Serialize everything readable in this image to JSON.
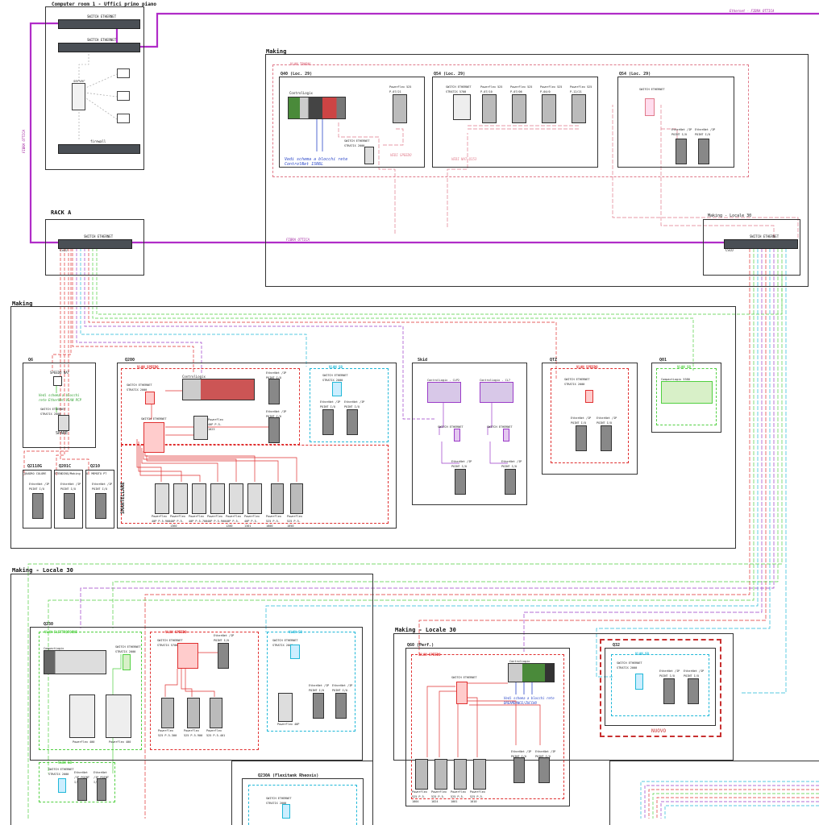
{
  "areas": {
    "computer_room": "Computer room 1 - Uffici primo piano",
    "making_top": "Making",
    "rack_a": "RACK A",
    "making_mid": "Making",
    "making_l30_left": "Making - Locale 30",
    "making_l30_right": "Making - Locale 30",
    "making_l30_rack": "Making - Locale 30"
  },
  "fiber_labels": {
    "top": "Ethernet - FIBRA OTTICA",
    "vertical": "FIBRA OTTICA",
    "rack": "FIBRA OTTICA"
  },
  "computer_room": {
    "switch1": "SWITCH ETHERNET",
    "switch2": "SWITCH ETHERNET",
    "server": "server",
    "firewall": "firewall"
  },
  "rack": {
    "switch_a": "SWITCH ETHERNET",
    "switch_a_id": "CSCO",
    "switch_b": "SWITCH ETHERNET",
    "switch_b_id": "CSCO"
  },
  "top_section": {
    "vlan": "VLAN TRABAL",
    "q40": "Q40 (Loc. 29)",
    "q54": "Q54 (Loc. 29)",
    "q54b": "Q54 (Loc. 29)",
    "controllogix": "ControlLogix",
    "controlnet_note": "Vedi schema a blocchi rete ControlNet 1SR6L",
    "switch_stratix": "SWITCH ETHERNET STRATIX 5700",
    "switch_stratix_2000": "SWITCH ETHERNET STRATIX 2000",
    "switch_q54b": "SWITCH ETHERNET",
    "pf_q40": "PowerFlex 525 P-07/21",
    "pf_list": [
      "PowerFlex 525 P-07/10",
      "PowerFlex 525 P-07/06",
      "PowerFlex 525 P-04/0",
      "PowerFlex 525 P-12/21"
    ],
    "point_io": [
      "EtherNet /IP POINT I/O",
      "EtherNet /IP POINT I/O"
    ],
    "red_notes": [
      "VEDI SPEEDO",
      "VEDI NAT Q153"
    ]
  },
  "mid_section": {
    "q6": "Q6",
    "q6_speedo": "SPEEDO NAT",
    "q6_note": "Vedi schema a blocchi rete EtherNet VLAN PCP",
    "q6_switch": "SWITCH ETHERNET STRATIX 2000",
    "q6_spare": "SPARE",
    "q200": "Q200",
    "q200_vlan_red": "VLAN SPEEDO",
    "q200_vlan_cyan": "VLAN SB",
    "q200_switch_a": "SWITCH ETHERNET STRATIX 2000",
    "q200_switch_b": "SWITCH ETHERNET",
    "q200_switch_cyan": "SWITCH ETHERNET STRATIX 2000",
    "q200_controllogix": "ControlLogix",
    "q200_pf40p": "PowerFlex 40P P-5-1023",
    "q200_point": [
      "EtherNet /IP POINT I/O",
      "EtherNet /IP POINT I/O",
      "EtherNet /IP POINT I/O",
      "EtherNet /IP POINT I/O"
    ],
    "smantellare": "SMANTELLARE",
    "drives": [
      "PowerFlex 40P P-5-900",
      "PowerFlex 40P P-5-1360",
      "PowerFlex 40P P-5-700",
      "PowerFlex 40P P-5-900",
      "PowerFlex 40P P-5-1200",
      "PowerFlex 40P P-5-1301",
      "PowerFlex 525 P-5-1000",
      "PowerFlex 525 P-5-1050"
    ],
    "q2118g": "Q2118G",
    "q2118g_sub": "QUADRO COLORE",
    "q201c": "Q201C",
    "q201c_sub": "STENDING/Making",
    "q210": "Q210",
    "q210_sub": "Q. MEMOTO PT",
    "small_points": [
      "EtherNet /IP POINT I/O",
      "EtherNet /IP POINT I/O",
      "EtherNet /IP POINT I/O"
    ],
    "skid": "Skid",
    "skid_cl1": "ControlLogix - CLP2",
    "skid_cl2": "ControlLogix - CL7",
    "skid_sw": [
      "SWITCH ETHERNET",
      "SWITCH ETHERNET"
    ],
    "skid_points": [
      "EtherNet /IP POINT I/O",
      "EtherNet /IP POINT I/O"
    ],
    "qtz": "QTZ",
    "qtz_vlan": "VLAN SPEEDO",
    "qtz_switch": "SWITCH ETHERNET STRATIX 2000",
    "qtz_points": [
      "EtherNet /IP POINT I/O",
      "EtherNet /IP POINT I/O"
    ],
    "q01": "Q01",
    "q01_vlan": "VLAN SB",
    "q01_cl": "CompactLogix 5380"
  },
  "bottom_section": {
    "q230": "Q230",
    "q230_vlan_green": "VLAN ELETTROFORNI",
    "q230_cl": "CompactLogix",
    "q230_switch": "SWITCH ETHERNET STRATIX 2000",
    "q230_pf": [
      "PowerFlex 400",
      "PowerFlex 400"
    ],
    "q230_vlan_red": "VLAN SPEEDO",
    "q230_switch_red": "SWITCH ETHERNET STRATIX 5700",
    "q230_point_red": "EtherNet /IP POINT I/O",
    "q230_drives": [
      "PowerFlex 525 P-5-300",
      "PowerFlex 525 P-5-900",
      "PowerFlex 525 P-5-401"
    ],
    "q230_vlan_cyan": "VLAN SB",
    "q230_switch_cyan": "SWITCH ETHERNET STRATIX 2000",
    "q230_pf40p": "PowerFlex 40P",
    "q230_points_cyan": [
      "EtherNet /IP POINT I/O",
      "EtherNet /IP POINT I/O"
    ],
    "q230_vlan_small": "VLAN SB",
    "q230_switch_small": "SWITCH ETHERNET STRATIX 2000",
    "q230_points_small": [
      "EtherNet /IP POINT I/O",
      "EtherNet /IP POINT I/O"
    ],
    "q230a": "Q230A (Flexitank Rheovis)",
    "q230a_switch": "SWITCH ETHERNET STRATIX 2000",
    "q60": "Q60 (Perf.)",
    "q60_vlan": "VLAN SPEEDO",
    "q60_switch": "SWITCH ETHERNET",
    "q60_cl": "ControlLogix",
    "q60_note": "Vedi schema a blocchi rete DREAMDANCE/ZUCCHO",
    "q60_points": [
      "EtherNet /IP POINT I/O",
      "EtherNet /IP POINT I/O"
    ],
    "q60_drives": [
      "PowerFlex 525 P-5-1004",
      "PowerFlex 525 P-5-1024",
      "PowerFlex 525 P-5-1001",
      "PowerFlex 525 P-5-1010"
    ],
    "q32": "Q32",
    "q32_vlan": "VLAN SB",
    "q32_switch": "SWITCH ETHERNET STRATIX 2000",
    "q32_points": [
      "EtherNet /IP POINT I/O",
      "EtherNet /IP POINT I/O"
    ],
    "nuovo": "NUOVO"
  },
  "colors": {
    "fiber": "#b02cc8",
    "vlan_red": "#e03030",
    "vlan_cyan": "#20b8d8",
    "vlan_green": "#50d040",
    "vlan_pink": "#e07a8a",
    "skid_purple": "#9b3cc8"
  }
}
